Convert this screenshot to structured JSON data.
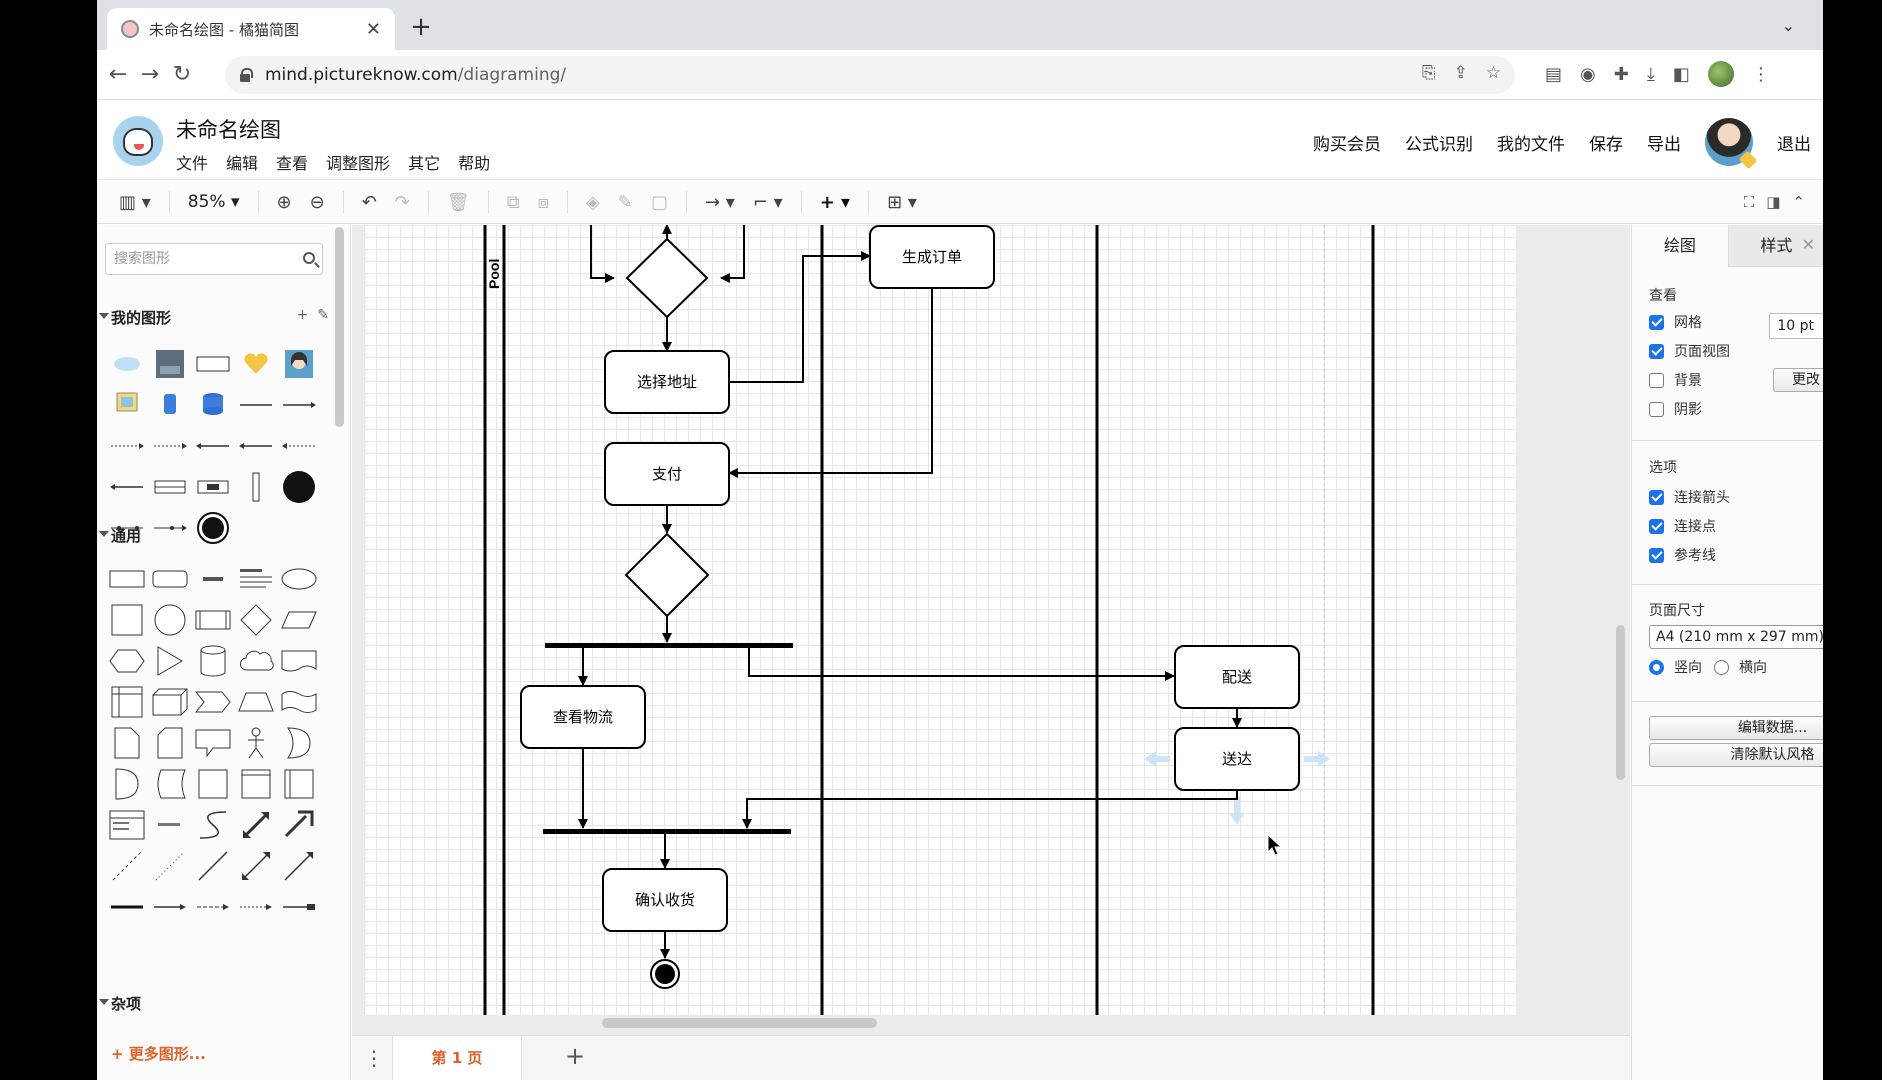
{
  "browser": {
    "tab_title": "未命名绘图 - 橘猫简图",
    "url_host": "mind.pictureknow.com",
    "url_path": "/diagraming/"
  },
  "app": {
    "doc_title": "未命名绘图",
    "menu": [
      "文件",
      "编辑",
      "查看",
      "调整图形",
      "其它",
      "帮助"
    ],
    "right_menu": [
      "购买会员",
      "公式识别",
      "我的文件",
      "保存",
      "导出",
      "退出"
    ]
  },
  "toolbar": {
    "zoom": "85%"
  },
  "sidebar": {
    "search_placeholder": "搜索图形",
    "section_my_shapes": "我的图形",
    "section_general": "通用",
    "section_misc": "杂项",
    "more_shapes": "+ 更多图形..."
  },
  "diagram": {
    "pool_label": "Pool",
    "nodes": {
      "generate_order": "生成订单",
      "select_address": "选择地址",
      "pay": "支付",
      "view_logistics": "查看物流",
      "ship": "配送",
      "deliver": "送达",
      "confirm_receipt": "确认收货"
    }
  },
  "pages": {
    "current": "第 1 页"
  },
  "right_panel": {
    "tab_diagram": "绘图",
    "tab_style": "样式",
    "view_title": "查看",
    "grid": "网格",
    "grid_size": "10 pt",
    "page_view": "页面视图",
    "background": "背景",
    "change_button": "更改",
    "shadow": "阴影",
    "options_title": "选项",
    "connect_arrows": "连接箭头",
    "connection_points": "连接点",
    "guides": "参考线",
    "page_size_title": "页面尺寸",
    "page_size_value": "A4 (210 mm x 297 mm)",
    "portrait": "竖向",
    "landscape": "横向",
    "edit_data": "编辑数据...",
    "clear_default_style": "清除默认风格",
    "checks": {
      "grid": true,
      "page_view": true,
      "background": false,
      "shadow": false,
      "connect_arrows": true,
      "connection_points": true,
      "guides": true
    },
    "orientation": "portrait"
  }
}
